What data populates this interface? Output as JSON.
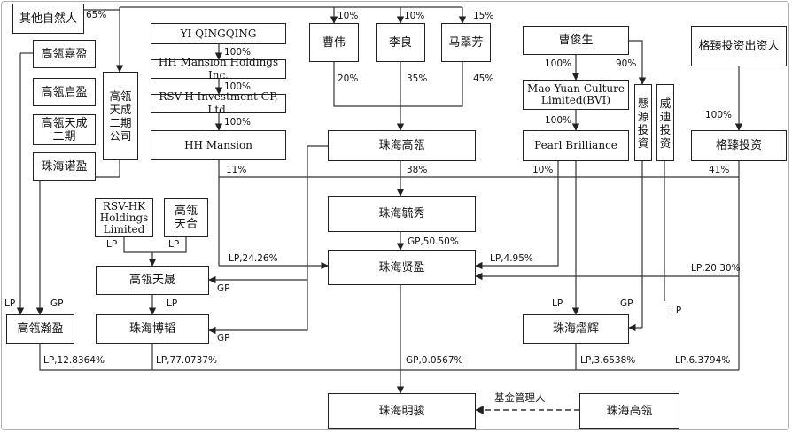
{
  "entities": {
    "qita": "其他自然人",
    "yi": "YI QINGQING",
    "hhmh": "HH Mansion Holdings Inc.",
    "rsvh": "RSV-H Investment GP, Ltd.",
    "hhm": "HH Mansion",
    "caowei": "曹伟",
    "liliang": "李良",
    "macuifang": "马翠芳",
    "caojunsheng": "曹俊生",
    "gezhen_inv": "格臻投资出资人",
    "jiaying": "高瓴嘉盈",
    "qiying": "高瓴启盈",
    "tiancheng2": "高瓴天成\n二期",
    "nuoying": "珠海诺盈",
    "tiancheng_co": "高瓴\n天成\n二期\n公司",
    "zhuhai_gaoling": "珠海高瓴",
    "maoyuan": "Mao Yuan Culture\nLimited(BVI)",
    "pearl": "Pearl Brilliance",
    "yiyuan": "懸\n源\n投\n資",
    "weidi": "威\n迪\n投\n资",
    "gezhen": "格臻投资",
    "rsvhk": "RSV-HK\nHoldings\nLimited",
    "tianhe": "高瓴\n天合",
    "hangxiu": "珠海毓秀",
    "xianying": "珠海贤盈",
    "tiansheng": "高瓴天晟",
    "hanying": "高瓴瀚盈",
    "bochang": "珠海博韬",
    "yuhui": "珠海熠辉",
    "mingjun": "珠海明骏",
    "zhuhai_gaoling_2": "珠海高瓴"
  },
  "labels": {
    "pct_65": "65%",
    "pct_10_a": "10%",
    "pct_10_b": "10%",
    "pct_15": "15%",
    "pct_100_a": "100%",
    "pct_100_b": "100%",
    "pct_100_c": "100%",
    "pct_20": "20%",
    "pct_35": "35%",
    "pct_45": "45%",
    "pct_100_d": "100%",
    "pct_90": "90%",
    "pct_100_e": "100%",
    "pct_100_f": "100%",
    "pct_11": "11%",
    "pct_38": "38%",
    "pct_10_c": "10%",
    "pct_41": "41%",
    "lp_a": "LP",
    "lp_b": "LP",
    "gp_50": "GP,50.50%",
    "lp_2426": "LP,24.26%",
    "lp_495": "LP,4.95%",
    "lp_2030": "LP,20.30%",
    "gp_a": "GP",
    "lp_c": "LP",
    "gp_b": "GP",
    "lp_d": "LP",
    "lp_e": "LP",
    "gp_c": "GP",
    "lp_f": "LP",
    "gp_d": "GP",
    "lp_128": "LP,12.8364%",
    "lp_770": "LP,77.0737%",
    "gp_0567": "GP,0.0567%",
    "lp_365": "LP,3.6538%",
    "lp_637": "LP,6.3794%",
    "fund_manager": "基金管理人"
  }
}
